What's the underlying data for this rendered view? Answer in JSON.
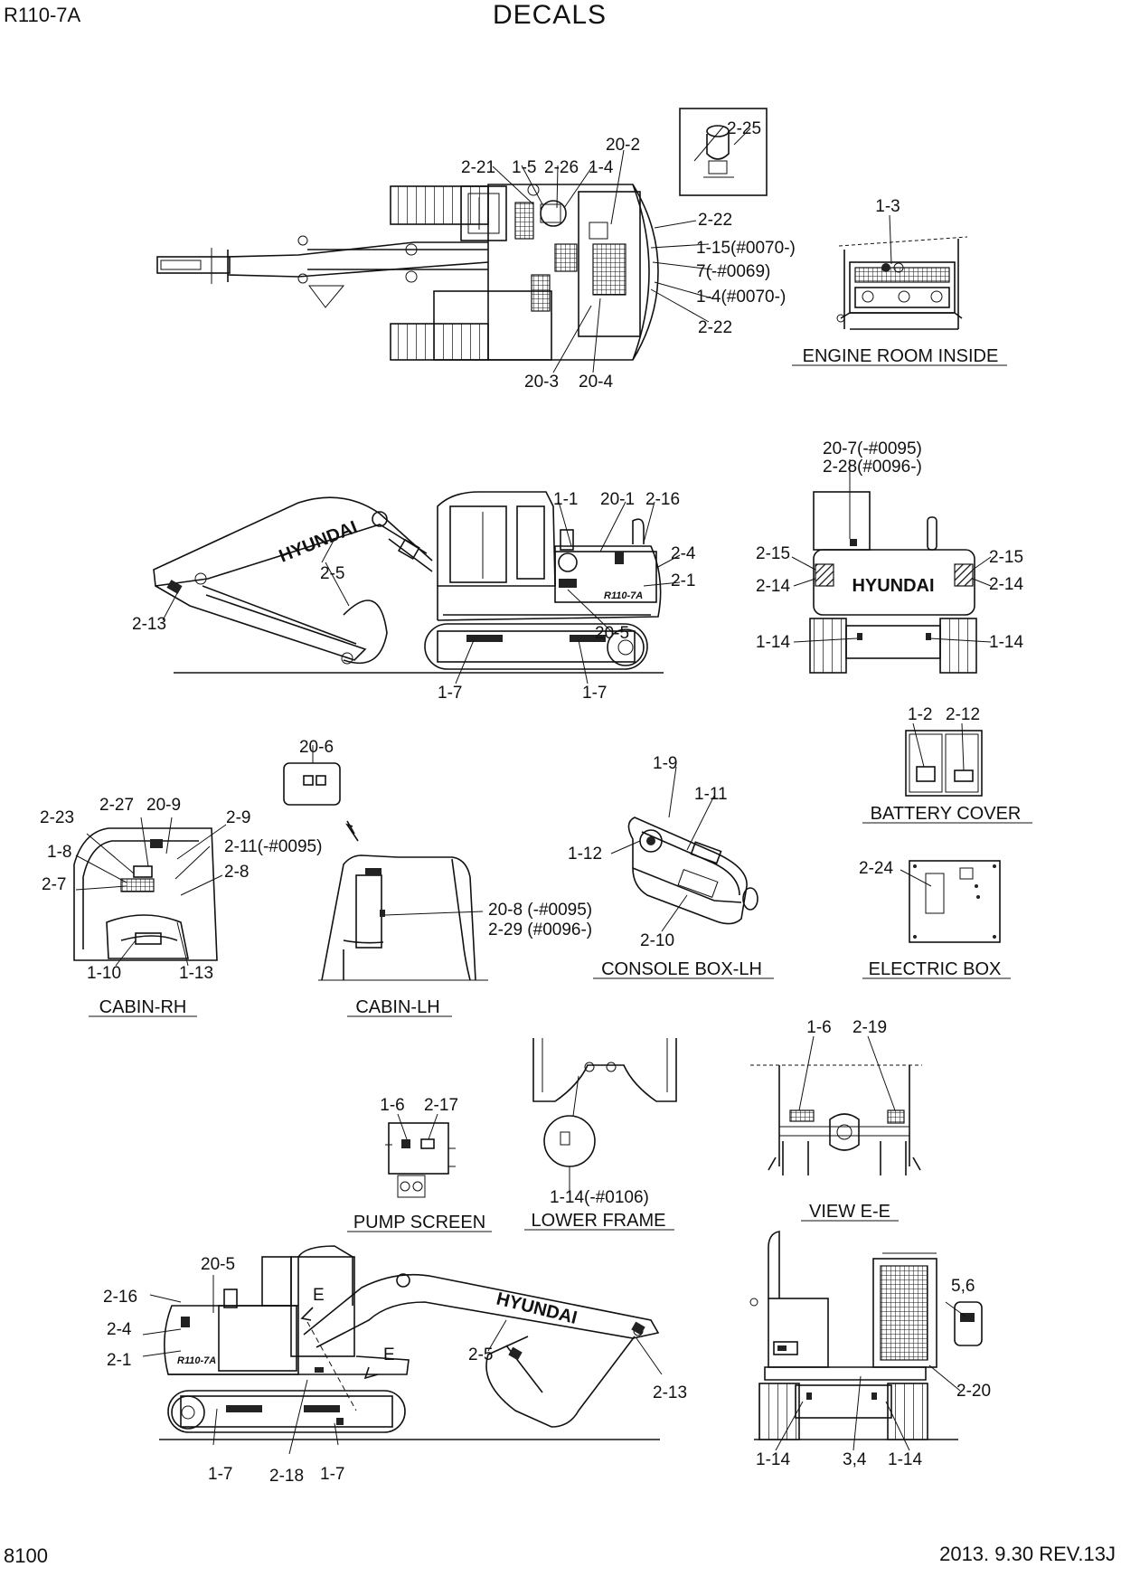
{
  "header": {
    "model": "R110-7A",
    "title": "DECALS"
  },
  "footer": {
    "page_number": "8100",
    "revision": "2013. 9.30  REV.13J"
  },
  "captions": {
    "engine_room": "ENGINE ROOM INSIDE",
    "battery_cover": "BATTERY COVER",
    "electric_box": "ELECTRIC BOX",
    "console_box": "CONSOLE BOX-LH",
    "cabin_rh": "CABIN-RH",
    "cabin_lh": "CABIN-LH",
    "pump_screen": "PUMP SCREEN",
    "lower_frame": "LOWER FRAME",
    "view_ee": "VIEW  E-E"
  },
  "brand_text": "HYUNDAI",
  "top_view": {
    "labels": [
      "2-25",
      "20-2",
      "2-21",
      "1-5",
      "2-26",
      "1-4",
      "2-22",
      "1-15(#0070-)",
      "7(-#0069)",
      "1-4(#0070-)",
      "2-22",
      "20-3",
      "20-4"
    ]
  },
  "engine_room": {
    "labels": [
      "1-3"
    ]
  },
  "side_left": {
    "labels": [
      "1-1",
      "20-1",
      "2-16",
      "2-4",
      "2-1",
      "2-5",
      "2-13",
      "20-5",
      "1-7",
      "1-7"
    ]
  },
  "rear_view": {
    "labels": [
      "20-7(-#0095)",
      "2-28(#0096-)",
      "2-15",
      "2-15",
      "2-14",
      "2-14",
      "1-14",
      "1-14"
    ]
  },
  "battery_cover": {
    "labels": [
      "1-2",
      "2-12"
    ]
  },
  "electric_box": {
    "labels": [
      "2-24"
    ]
  },
  "console_box": {
    "labels": [
      "1-9",
      "1-11",
      "1-12",
      "2-10"
    ]
  },
  "cabin_rh": {
    "labels": [
      "2-23",
      "2-27",
      "20-9",
      "2-9",
      "1-8",
      "2-11(-#0095)",
      "2-7",
      "2-8",
      "1-10",
      "1-13"
    ]
  },
  "cabin_lh": {
    "labels": [
      "20-6",
      "20-8 (-#0095)",
      "2-29 (#0096-)"
    ]
  },
  "pump_screen": {
    "labels": [
      "1-6",
      "2-17"
    ]
  },
  "lower_frame": {
    "labels": [
      "1-14(-#0106)"
    ]
  },
  "view_ee": {
    "labels": [
      "1-6",
      "2-19"
    ]
  },
  "side_right": {
    "labels": [
      "20-5",
      "2-16",
      "2-4",
      "2-1",
      "E",
      "E",
      "2-5",
      "2-13",
      "1-7",
      "2-18",
      "1-7"
    ]
  },
  "front_view": {
    "labels": [
      "5,6",
      "2-20",
      "1-14",
      "3,4",
      "1-14"
    ]
  }
}
